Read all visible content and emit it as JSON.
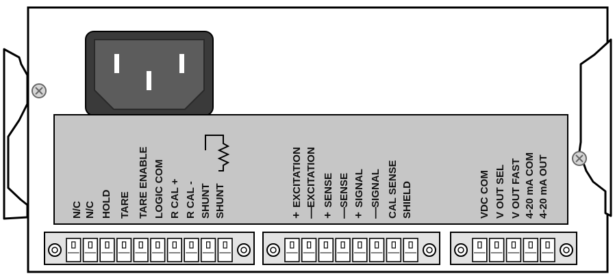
{
  "label_groups": [
    {
      "name": "control",
      "labels": [
        {
          "text": "N/C"
        },
        {
          "text": "N/C"
        },
        {
          "text": "HOLD"
        },
        {
          "text": "TARE"
        },
        {
          "text": "TARE ENABLE"
        },
        {
          "text": "LOGIC COM"
        },
        {
          "text": "R CAL +"
        },
        {
          "text": "R CAL -"
        },
        {
          "text": "SHUNT"
        },
        {
          "text": "SHUNT"
        }
      ]
    },
    {
      "name": "bridge",
      "labels": [
        {
          "sign": "+",
          "text": "EXCITATION"
        },
        {
          "sign": "—",
          "text": "EXCITATION"
        },
        {
          "sign": "+",
          "text": "SENSE"
        },
        {
          "sign": "—",
          "text": "SENSE"
        },
        {
          "sign": "+",
          "text": "SIGNAL"
        },
        {
          "sign": "—",
          "text": "SIGNAL"
        },
        {
          "text": "CAL SENSE"
        },
        {
          "text": "SHIELD"
        }
      ]
    },
    {
      "name": "output",
      "labels": [
        {
          "text": "VDC COM"
        },
        {
          "text": "V OUT SEL"
        },
        {
          "text": "V OUT FAST"
        },
        {
          "text": "4-20 mA COM"
        },
        {
          "text": "4-20 mA OUT"
        }
      ]
    }
  ],
  "connectors": [
    {
      "name": "control",
      "pins": 10
    },
    {
      "name": "bridge",
      "pins": 8
    },
    {
      "name": "output",
      "pins": 5
    }
  ],
  "colors": {
    "label_panel": "#c6c6c6",
    "connector_body": "#e3e3e3",
    "power_inlet": "#555555",
    "outline": "#000000"
  }
}
